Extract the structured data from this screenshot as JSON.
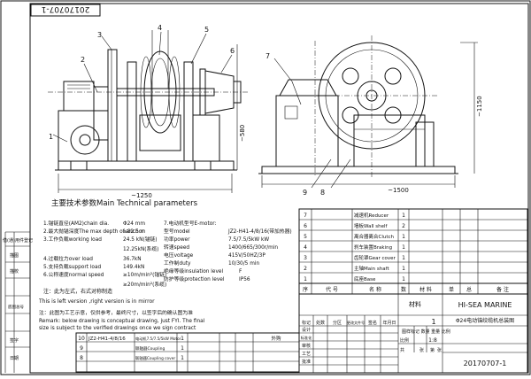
{
  "drawing_no_stamp": "20170707-1",
  "views": {
    "front": {
      "callouts": [
        "1",
        "2",
        "3",
        "4",
        "5",
        "6"
      ],
      "height_dim": "~580",
      "width_dim": "~1250"
    },
    "side": {
      "callouts": [
        "7",
        "8",
        "9"
      ],
      "height_dim": "~1150",
      "width_dim": "~1500"
    }
  },
  "left_border_labels": [
    "借(通)用件登记",
    "描图",
    "描校",
    "底图总号",
    "签字",
    "日期"
  ],
  "params": {
    "title": "主要技术参数Main Technical parameters",
    "rows_left": [
      {
        "text": "1.锚链直径(AM2)chain dia.",
        "value": "Φ24  mm"
      },
      {
        "text": "2.最大抛锚深度The max depth of anchor",
        "value": "≤82.5 m"
      },
      {
        "text": "3.工作负载working load",
        "value": "24.5 kN(锚链)"
      },
      {
        "text": "",
        "value": "12.25kN(系缆)"
      },
      {
        "text": "4.过载拉力over load",
        "value": "36.7kN"
      },
      {
        "text": "5.支持负载support load",
        "value": "149.4kN"
      },
      {
        "text": "6.公称速度normal speed",
        "value": "≥10m/min²(锚链)"
      },
      {
        "text": "",
        "value": "≥20m/min²(系缆)"
      }
    ],
    "rows_right": [
      {
        "text": "7.电动机型号E-motor:",
        "value": ""
      },
      {
        "text": "型号model",
        "value": "JZ2-H41-4/8/16(带加热器)"
      },
      {
        "text": "功率power",
        "value": "7.5/7.5/5kW kW"
      },
      {
        "text": "转速speed",
        "value": "1400/665/300r/min"
      },
      {
        "text": "电压voltage",
        "value": "415V/50HZ/3P"
      },
      {
        "text": "工作制duty",
        "value": "10/30/5  min"
      },
      {
        "text": "绝缘等级insulation level",
        "value": "F"
      },
      {
        "text": "防护等级protection level",
        "value": "IP56"
      }
    ],
    "note_cn": "注：此为左式，右式对称制造",
    "note_en": "This is left version ,right version is in mirror",
    "remark_cn": "注：此图为工艺示意，仅供参考，最终尺寸，以签字后的确认图为准",
    "remark_en1": "Remark: below drawing is conceptual drawing, just FYI. The final",
    "remark_en2": "size is subject to the verified drawings once we sign contract"
  },
  "parts_upper": [
    {
      "no": "7",
      "name": "减速机Reducer",
      "qty": "1"
    },
    {
      "no": "6",
      "name": "墙板Wall shelf",
      "qty": "2"
    },
    {
      "no": "5",
      "name": "离合器离合Clutch",
      "qty": "1"
    },
    {
      "no": "4",
      "name": "刹车装置Braking",
      "qty": "1"
    },
    {
      "no": "3",
      "name": "齿轮罩Gear cover",
      "qty": "1"
    },
    {
      "no": "2",
      "name": "主轴Main shaft",
      "qty": "1"
    },
    {
      "no": "1",
      "name": "底座Base",
      "qty": "1"
    }
  ],
  "parts_lower": [
    {
      "no": "10",
      "name": "JZ2-H41-4/8/16",
      "desc": "电动机7.5/7.5/5kW Motor",
      "qty": "1",
      "mat": "",
      "remark": "外购"
    },
    {
      "no": "9",
      "name": "",
      "desc": "联轴器Coupling",
      "qty": "1",
      "mat": "",
      "remark": ""
    },
    {
      "no": "8",
      "name": "",
      "desc": "联轴器Coupling cover",
      "qty": "1",
      "mat": "",
      "remark": ""
    }
  ],
  "parts_header": [
    "序",
    "代  号",
    "名  称",
    "数",
    "材  料",
    "单",
    "总",
    "备  注"
  ],
  "title_block": {
    "material_label": "材料",
    "company": "HI-SEA MARINE",
    "scale_label": "比例",
    "scale_value": "1:8",
    "qty_value": "1",
    "drawing_title": "Φ24电动锚绞缆机总装图",
    "drawing_no": "20170707-1",
    "sheet_labels": [
      "共",
      "张",
      "第",
      "张"
    ],
    "mark_labels": "图样标记  数量  重量  比例",
    "sign_rows": [
      "标记",
      "处数",
      "分区",
      "更改文件号",
      "签名",
      "年月日"
    ],
    "role_rows": [
      "设计",
      "标准化",
      "审核",
      "工艺",
      "批准"
    ]
  }
}
